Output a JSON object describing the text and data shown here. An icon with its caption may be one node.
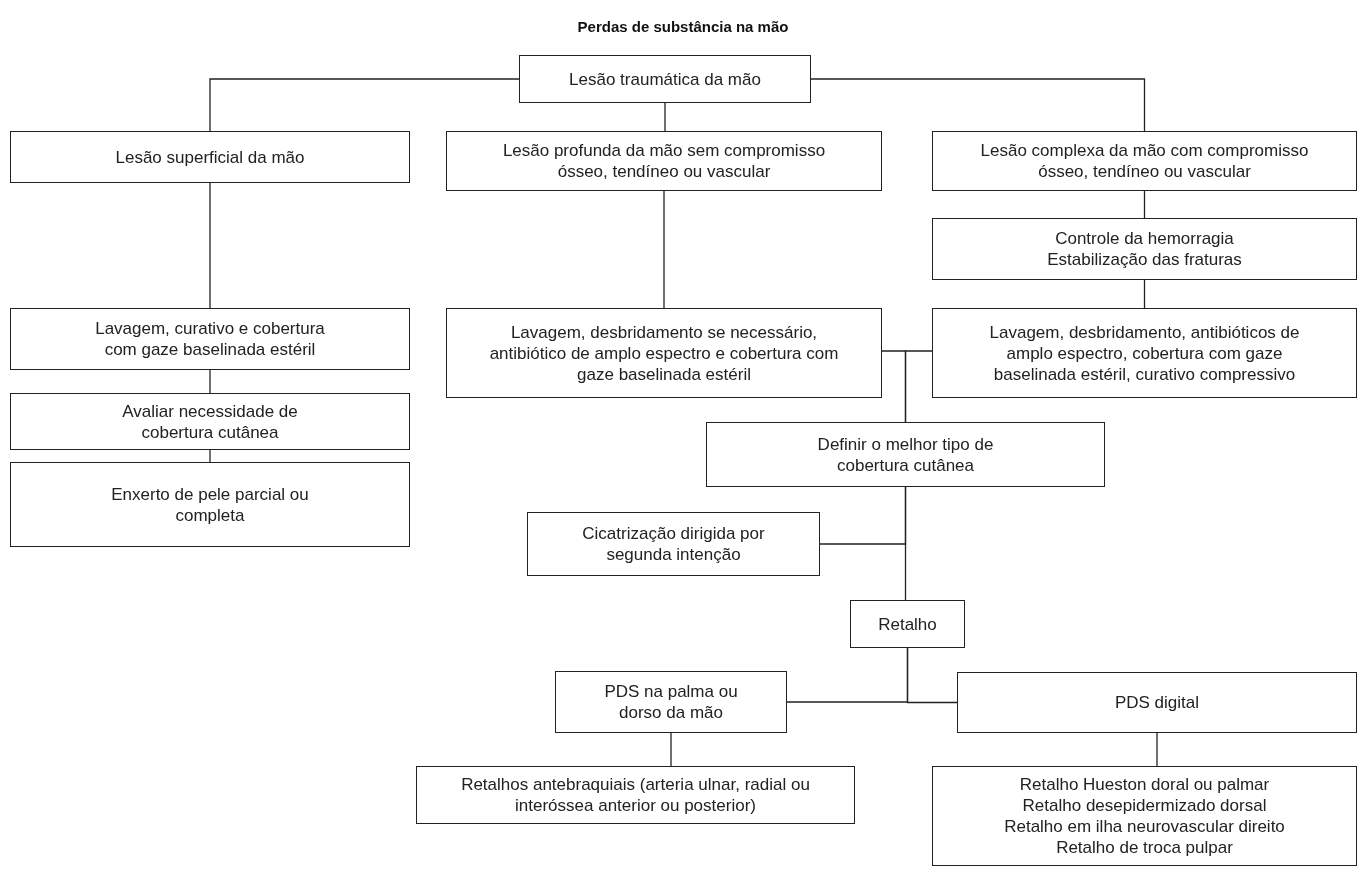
{
  "diagram": {
    "title": "Perdas de substância na mão",
    "nodes": [
      {
        "text": [
          "Lesão traumática da mão"
        ]
      },
      {
        "text": [
          "Lesão superficial da mão"
        ]
      },
      {
        "text": [
          "Lesão profunda da mão sem compromisso ósseo, tendíneo ou vascular"
        ]
      },
      {
        "text": [
          "Lesão complexa da mão com compromisso ósseo, tendíneo ou vascular"
        ]
      },
      {
        "text": [
          "Controle da hemorragia",
          "Estabilização das fraturas"
        ]
      },
      {
        "text": [
          "Lavagem, curativo e cobertura com gaze baselinada estéril"
        ]
      },
      {
        "text": [
          "Lavagem, desbridamento se necessário, antibiótico de amplo espectro e cobertura com gaze baselinada estéril"
        ]
      },
      {
        "text": [
          "Lavagem, desbridamento, antibióticos de amplo espectro, cobertura com gaze baselinada estéril, curativo compressivo"
        ]
      },
      {
        "text": [
          "Avaliar necessidade de cobertura cutânea"
        ]
      },
      {
        "text": [
          "Enxerto de pele parcial ou completa"
        ]
      },
      {
        "text": [
          "Definir o melhor tipo de cobertura cutânea"
        ]
      },
      {
        "text": [
          "Cicatrização dirigida por segunda intenção"
        ]
      },
      {
        "text": [
          "Retalho"
        ]
      },
      {
        "text": [
          "PDS na palma ou dorso da mão"
        ]
      },
      {
        "text": [
          "PDS digital"
        ]
      },
      {
        "text": [
          "Retalhos antebraquiais (arteria ulnar, radial ou interóssea anterior ou posterior)"
        ]
      },
      {
        "text": [
          "Retalho Hueston doral ou palmar",
          "Retalho desepidermizado dorsal",
          "Retalho em ilha neurovascular direito",
          "Retalho de troca pulpar"
        ]
      }
    ],
    "edges": [
      {
        "from": 0,
        "to": 1,
        "arrow": "none"
      },
      {
        "from": 0,
        "to": 2,
        "arrow": "none"
      },
      {
        "from": 0,
        "to": 3,
        "arrow": "none"
      },
      {
        "from": 1,
        "to": 5,
        "arrow": "none"
      },
      {
        "from": 2,
        "to": 6,
        "arrow": "none"
      },
      {
        "from": 3,
        "to": 4,
        "arrow": "none"
      },
      {
        "from": 4,
        "to": 7,
        "arrow": "none"
      },
      {
        "from": 5,
        "to": 8,
        "arrow": "none"
      },
      {
        "from": 8,
        "to": 9,
        "arrow": "none"
      },
      {
        "from": 6,
        "to": 10,
        "arrow": "none"
      },
      {
        "from": 7,
        "to": 10,
        "arrow": "none"
      },
      {
        "from": 10,
        "to": 11,
        "arrow": "none"
      },
      {
        "from": 10,
        "to": 12,
        "arrow": "none"
      },
      {
        "from": 12,
        "to": 13,
        "arrow": "none"
      },
      {
        "from": 12,
        "to": 14,
        "arrow": "none"
      },
      {
        "from": 13,
        "to": 15,
        "arrow": "none"
      },
      {
        "from": 14,
        "to": 16,
        "arrow": "none"
      }
    ]
  }
}
